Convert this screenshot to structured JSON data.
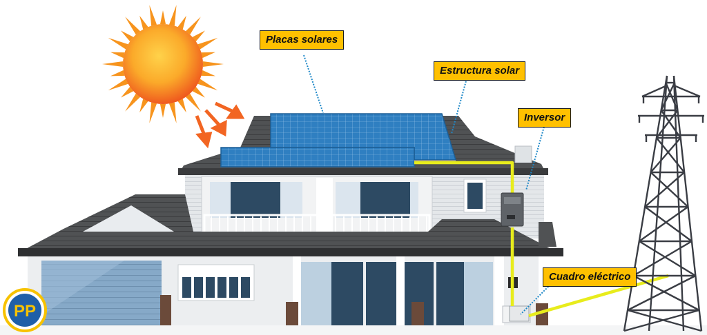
{
  "labels": {
    "solar_panels": "Placas solares",
    "solar_structure": "Estructura solar",
    "inverter": "Inversor",
    "electric_panel": "Cuadro eléctrico"
  },
  "logo": {
    "text": "PP"
  },
  "colors": {
    "callout_fill": "#ffc000",
    "cable": "#e8ec1c",
    "leader_line": "#1e88c8",
    "sun": "#f7941d",
    "panel": "#2f7fc1",
    "roof": "#4a4a4a",
    "wall": "#e9ecef",
    "tower": "#3a3d44"
  }
}
